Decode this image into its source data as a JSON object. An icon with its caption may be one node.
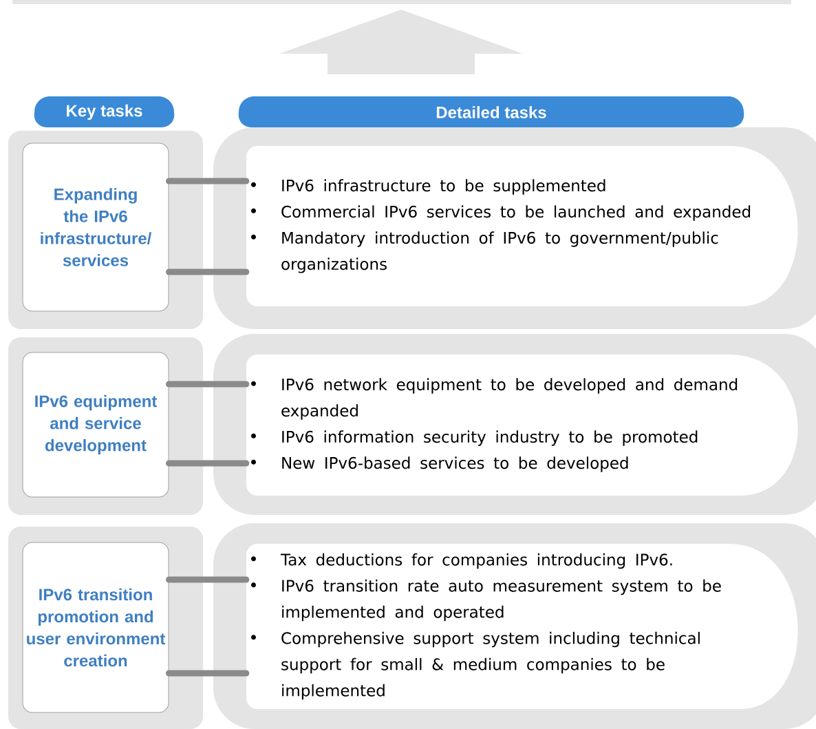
{
  "diagram": {
    "nodes": [
      {
        "text": [
          "Key tasks"
        ]
      },
      {
        "text": [
          "Detailed tasks"
        ]
      },
      {
        "text": [
          "Expanding the IPv6 infrastructure/ services"
        ]
      },
      {
        "text": [
          "IPv6 infrastructure to be supplemented",
          "Commercial IPv6 services to be launched and expanded",
          "Mandatory introduction of IPv6 to government/public organizations"
        ]
      },
      {
        "text": [
          "IPv6 equipment and service development"
        ]
      },
      {
        "text": [
          "IPv6 network equipment to be developed and demand expanded",
          "IPv6 information security industry to be promoted",
          "New IPv6-based services to be developed"
        ]
      },
      {
        "text": [
          "IPv6 transition promotion and user environment creation"
        ]
      },
      {
        "text": [
          "Tax deductions for companies introducing IPv6.",
          "IPv6 transition rate auto measurement system to be implemented and operated",
          "Comprehensive support system including technical support for small & medium companies to be implemented"
        ]
      }
    ],
    "edges": [
      {
        "from": 2,
        "to": 3,
        "arrow": "none"
      },
      {
        "from": 2,
        "to": 3,
        "arrow": "none"
      },
      {
        "from": 4,
        "to": 5,
        "arrow": "none"
      },
      {
        "from": 4,
        "to": 5,
        "arrow": "none"
      },
      {
        "from": 6,
        "to": 7,
        "arrow": "none"
      },
      {
        "from": 6,
        "to": 7,
        "arrow": "none"
      }
    ]
  }
}
